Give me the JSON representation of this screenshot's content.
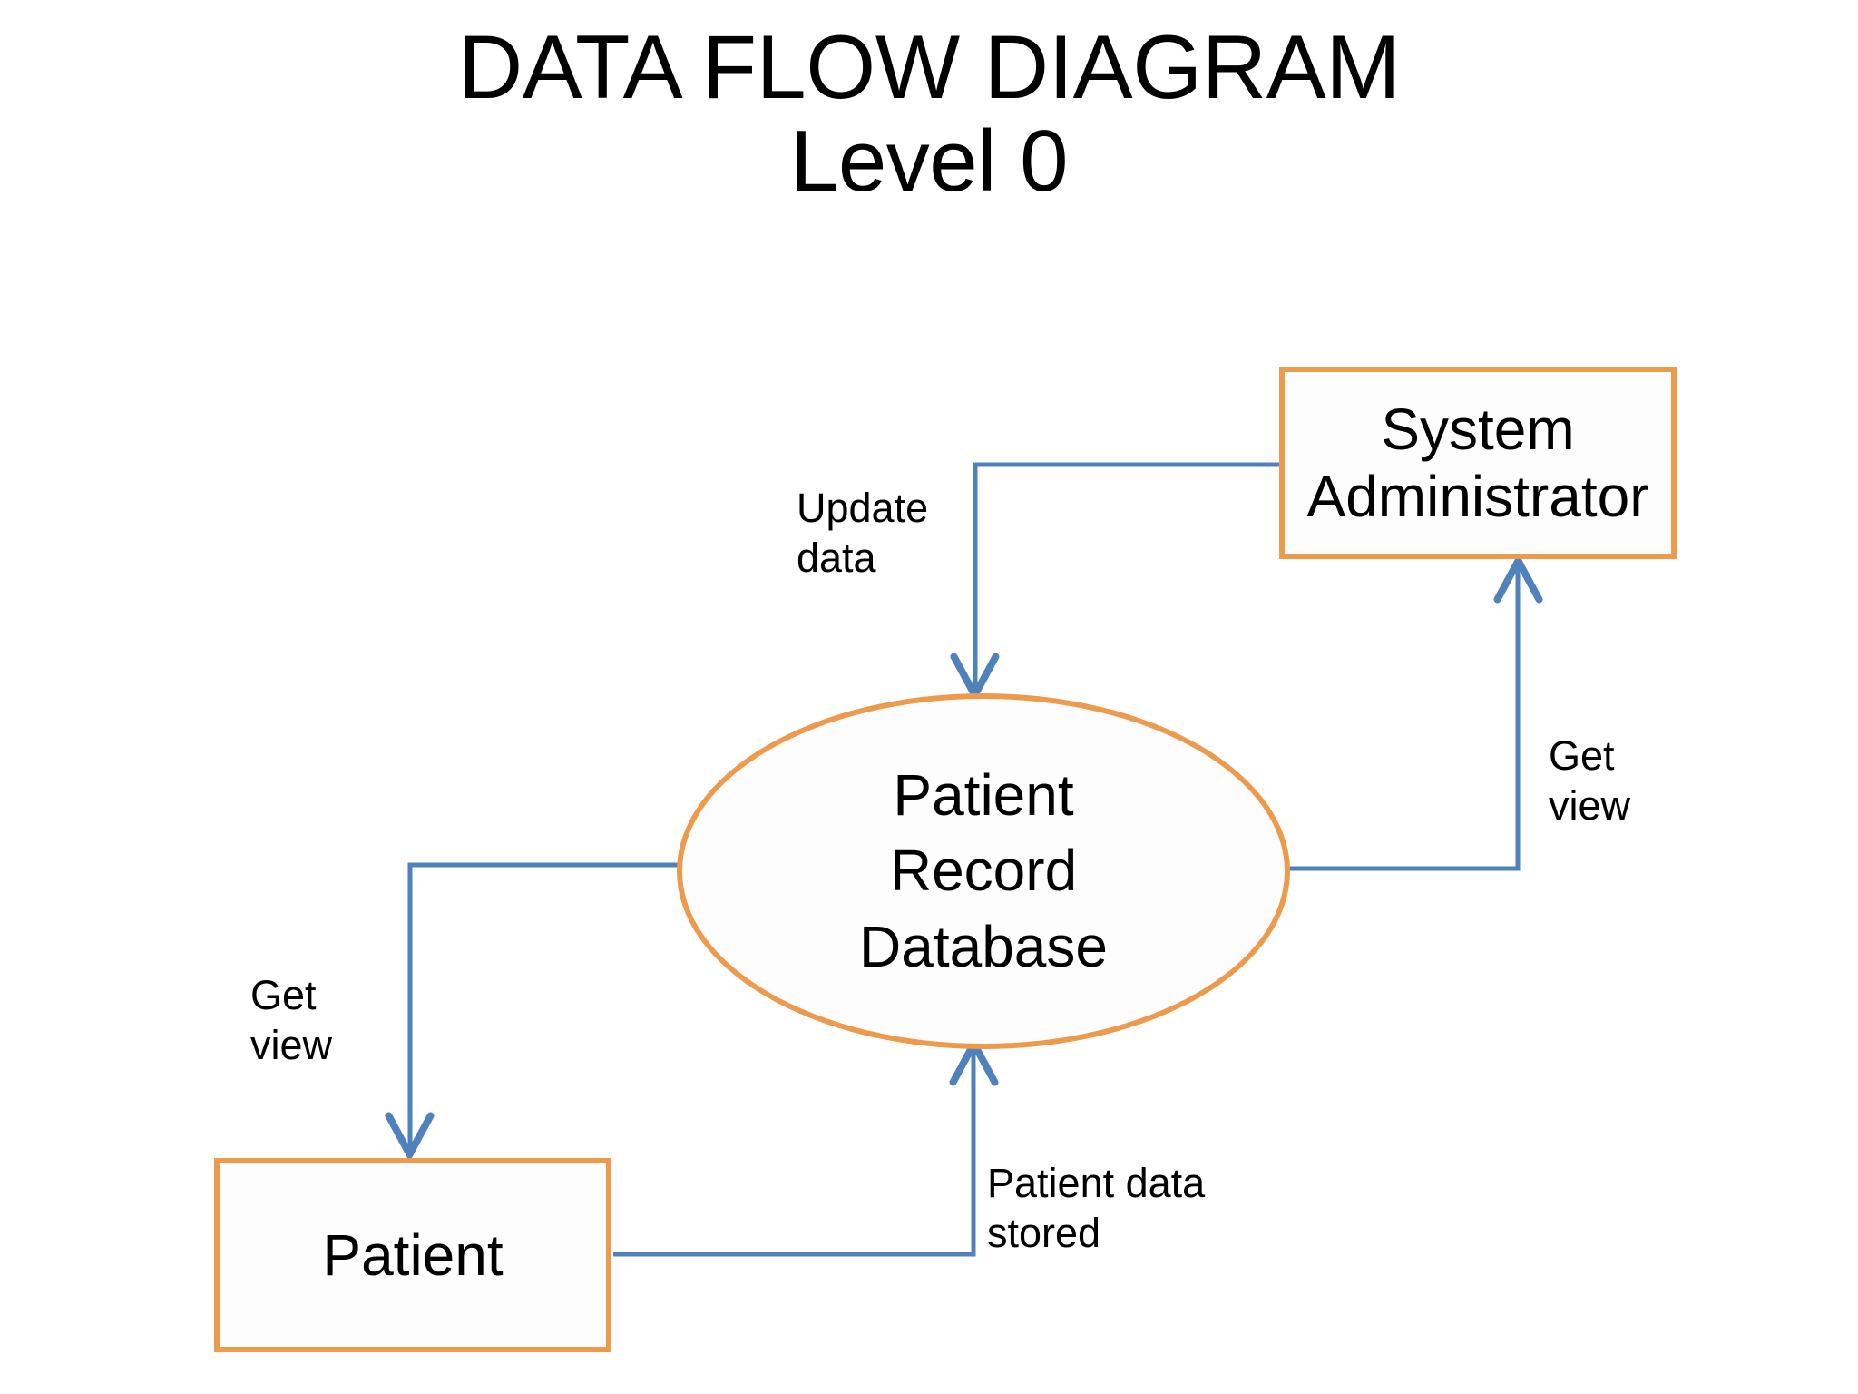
{
  "title": {
    "line1": "DATA FLOW DIAGRAM",
    "line2": "Level 0"
  },
  "colors": {
    "shape_border": "#ED9A4D",
    "shape_fill": "#FDFDFD",
    "connector": "#4F81BD",
    "text": "#000000",
    "background": "#FFFFFF"
  },
  "nodes": {
    "system_administrator": {
      "label": "System\nAdministrator",
      "type": "external-entity",
      "shape": "rectangle"
    },
    "patient_record_database": {
      "label": "Patient\nRecord\nDatabase",
      "type": "process",
      "shape": "ellipse"
    },
    "patient": {
      "label": "Patient",
      "type": "external-entity",
      "shape": "rectangle"
    }
  },
  "flows": [
    {
      "id": "update-data",
      "label": "Update\ndata",
      "from": "system_administrator",
      "to": "patient_record_database"
    },
    {
      "id": "get-view-right",
      "label": "Get\nview",
      "from": "patient_record_database",
      "to": "system_administrator"
    },
    {
      "id": "get-view-left",
      "label": "Get\nview",
      "from": "patient_record_database",
      "to": "patient"
    },
    {
      "id": "patient-data-stored",
      "label": "Patient data\nstored",
      "from": "patient",
      "to": "patient_record_database"
    }
  ]
}
